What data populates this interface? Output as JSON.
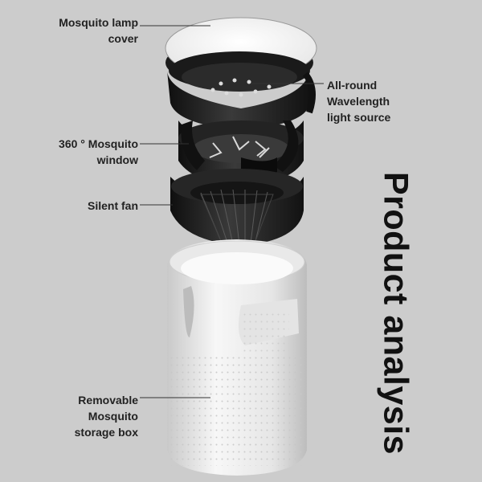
{
  "title": "Product analysis",
  "callouts": {
    "cover": [
      "Mosquito lamp",
      "cover"
    ],
    "light_source": [
      "All-round",
      "Wavelength",
      "light source"
    ],
    "window": [
      "360 ° Mosquito",
      "window"
    ],
    "fan": [
      "Silent fan"
    ],
    "storage_box": [
      "Removable",
      "Mosquito",
      "storage box"
    ]
  },
  "colors": {
    "background": "#cccccc",
    "device_dark": "#1e1e1e",
    "cover_white": "#f4f4f4",
    "body_white": "#f0f0f0",
    "text": "#222222"
  }
}
